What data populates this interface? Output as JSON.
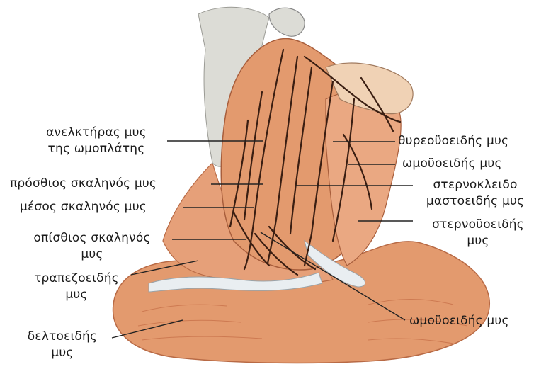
{
  "colors": {
    "muscle": "#e39a6e",
    "muscle_dark": "#c8724a",
    "muscle_light": "#f3c3a2",
    "tendon": "#e9eef1",
    "bone": "#dcdcd6",
    "fiber_line": "#3a1e12",
    "leader": "#222222"
  },
  "labels": {
    "levator_1": "ανελκτήρας μυς",
    "levator_2": "της ωμοπλάτης",
    "scalene_ant": "πρόσθιος σκαληνός μυς",
    "scalene_mid": "μέσος σκαληνός μυς",
    "scalene_post_1": "οπίσθιος σκαληνός",
    "scalene_post_2": "μυς",
    "trapezius_1": "τραπεζοειδής",
    "trapezius_2": "μυς",
    "deltoid_1": "δελτοειδής",
    "deltoid_2": "μυς",
    "thyrohyoid": "θυρεοϋοειδής μυς",
    "omohyoid_upper": "ωμοϋοειδής μυς",
    "scm_1": "στερνοκλειδο",
    "scm_2": "μαστοειδής μυς",
    "sternohyoid_1": "στερνοϋοειδής",
    "sternohyoid_2": "μυς",
    "omohyoid_lower": "ωμοϋοειδής μυς"
  }
}
